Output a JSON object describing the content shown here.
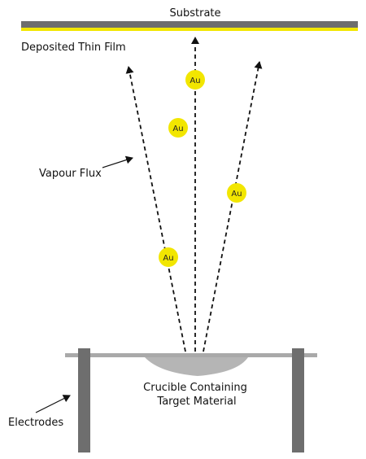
{
  "labels": {
    "substrate": "Substrate",
    "film": "Deposited  Thin  Film",
    "flux": "Vapour Flux",
    "crucible_line1": "Crucible  Containing",
    "crucible_line2": "Target  Material",
    "electrodes": "Electrodes"
  },
  "atoms": [
    {
      "symbol": "Au"
    },
    {
      "symbol": "Au"
    },
    {
      "symbol": "Au"
    },
    {
      "symbol": "Au"
    }
  ],
  "colors": {
    "substrate": "#6e6e6e",
    "film": "#f2e600",
    "atom": "#f2e600",
    "crucible": "#b5b5b5",
    "electrode": "#6e6e6e",
    "plate": "#a9a9a9"
  }
}
